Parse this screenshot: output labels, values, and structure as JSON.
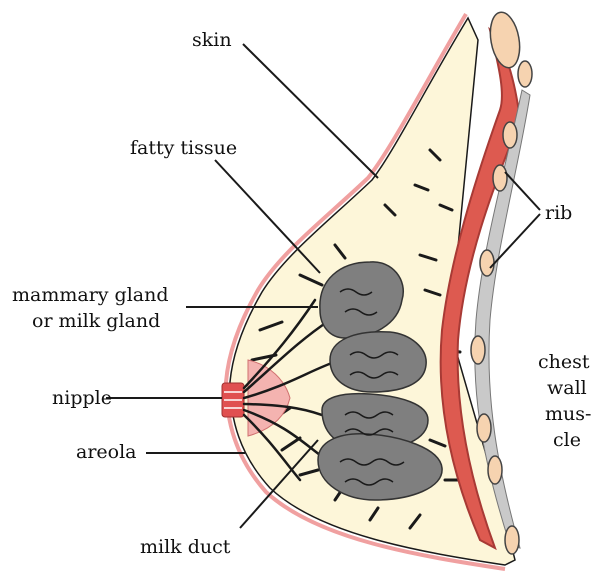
{
  "labels": {
    "skin": "skin",
    "fatty_tissue": "fatty tissue",
    "mammary_gland_line1": "mammary gland",
    "mammary_gland_line2": "or milk gland",
    "nipple": "nipple",
    "areola": "areola",
    "milk_duct": "milk duct",
    "rib": "rib",
    "chest_wall_line1": "chest",
    "chest_wall_line2": "wall",
    "chest_wall_line3": "mus-",
    "chest_wall_line4": "cle"
  },
  "colors": {
    "fatty_tissue": "#fdf6d9",
    "skin": "#f0a0a0",
    "muscle": "#dd5a50",
    "muscle_dark": "#a83a35",
    "rib": "#f6d3b0",
    "gland": "#7f7f7f",
    "outline": "#1a1a1a"
  }
}
